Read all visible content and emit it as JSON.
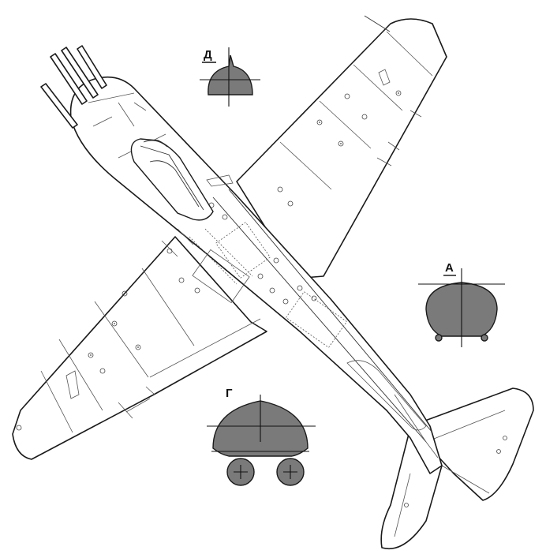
{
  "section_labels": {
    "a": "А",
    "g": "Г",
    "d": "Д"
  },
  "colors": {
    "line": "#1a1a1a",
    "section_fill": "#7a7a7a",
    "background": "#ffffff"
  }
}
